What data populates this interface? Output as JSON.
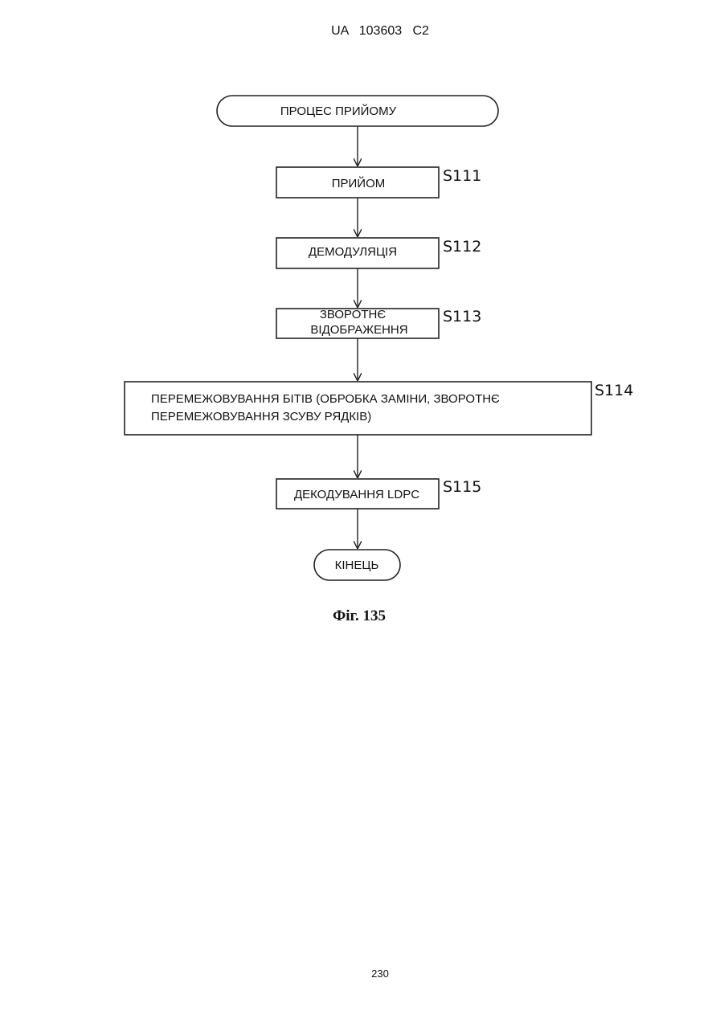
{
  "header": {
    "doc_id": "UA   103603   C2"
  },
  "flowchart": {
    "start": "ПРОЦЕС ПРИЙОМУ",
    "steps": [
      {
        "id": "S111",
        "lines": [
          "ПРИЙОМ"
        ]
      },
      {
        "id": "S112",
        "lines": [
          "ДЕМОДУЛЯЦІЯ"
        ]
      },
      {
        "id": "S113",
        "lines": [
          "ЗВОРОТНЄ",
          "ВІДОБРАЖЕННЯ"
        ]
      },
      {
        "id": "S114",
        "lines": [
          "ПЕРЕМЕЖОВУВАННЯ БІТІВ (ОБРОБКА ЗАМІНИ, ЗВОРОТНЄ",
          "ПЕРЕМЕЖОВУВАННЯ ЗСУВУ РЯДКІВ)"
        ]
      },
      {
        "id": "S115",
        "lines": [
          "ДЕКОДУВАННЯ LDPC"
        ]
      }
    ],
    "end": "КІНЕЦЬ"
  },
  "caption": "Фіг. 135",
  "page_number": "230"
}
